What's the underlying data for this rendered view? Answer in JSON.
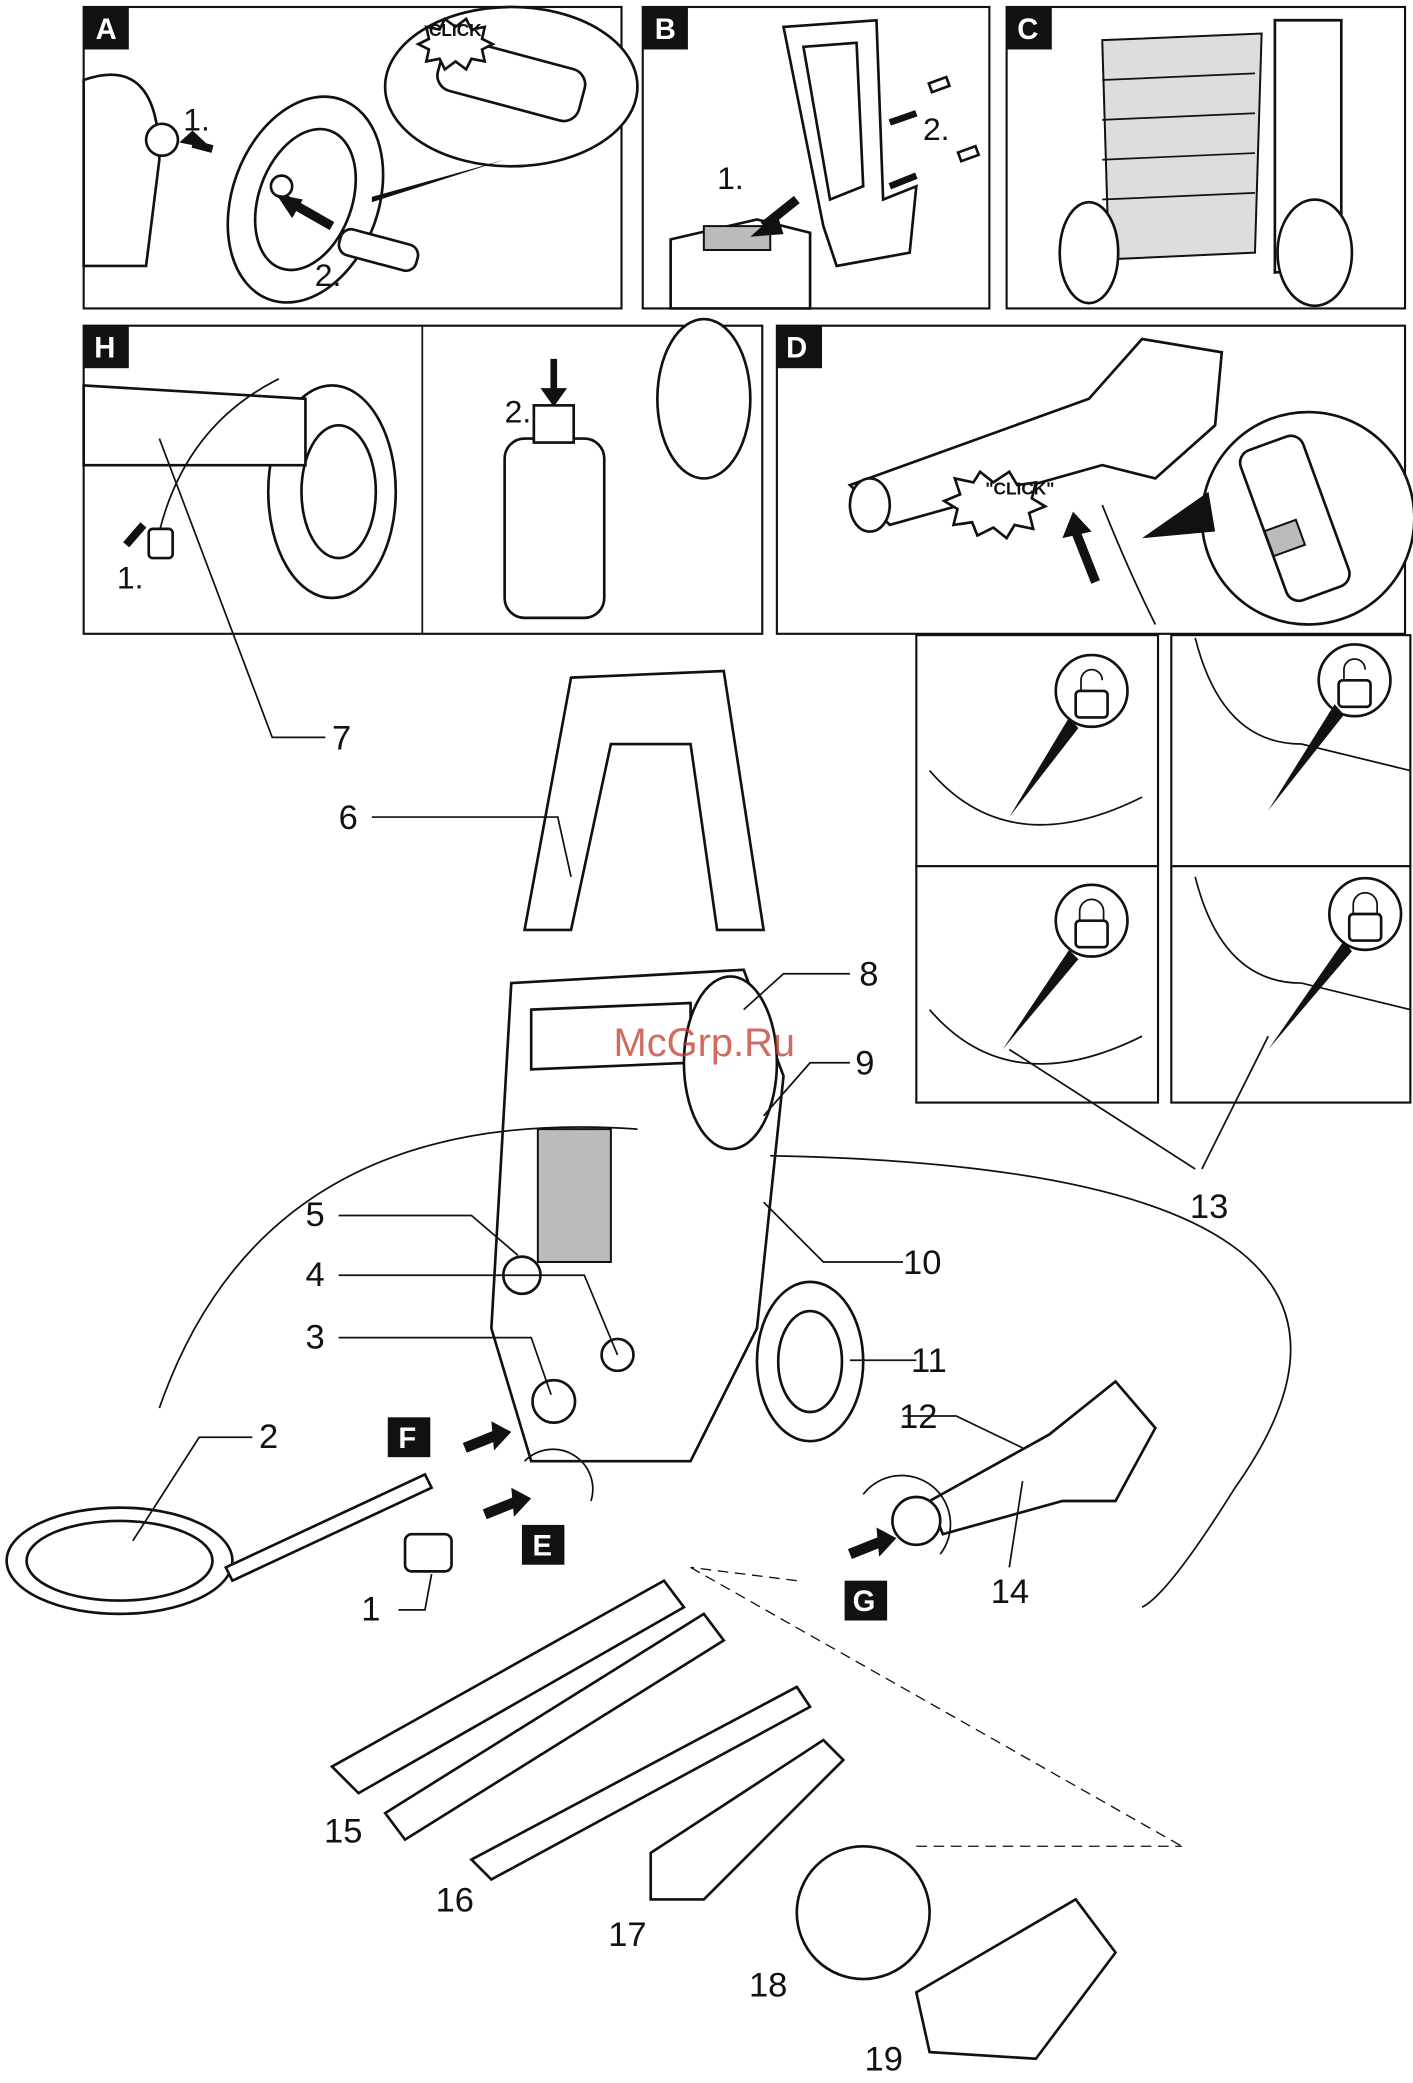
{
  "panels": {
    "A": {
      "label": "A",
      "step1": "1.",
      "step2": "2.",
      "click": "CLICK"
    },
    "B": {
      "label": "B",
      "step1": "1.",
      "step2": "2."
    },
    "C": {
      "label": "C"
    },
    "H": {
      "label": "H",
      "step1": "1.",
      "step2": "2."
    },
    "D": {
      "label": "D",
      "click": "\"CLICK\""
    },
    "E": {
      "label": "E"
    },
    "F": {
      "label": "F"
    },
    "G": {
      "label": "G"
    }
  },
  "callouts": [
    "1",
    "2",
    "3",
    "4",
    "5",
    "6",
    "7",
    "8",
    "9",
    "10",
    "11",
    "12",
    "13",
    "14",
    "15",
    "16",
    "17",
    "18",
    "19"
  ],
  "watermark": "McGrp.Ru"
}
